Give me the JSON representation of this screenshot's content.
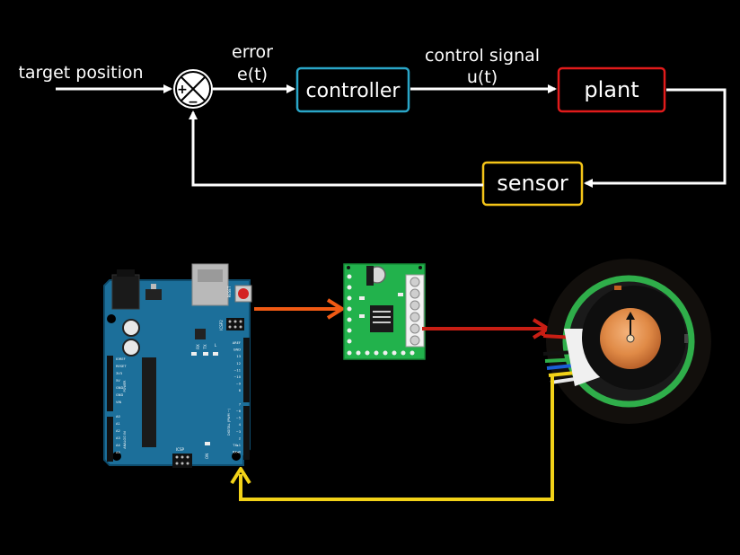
{
  "block_diagram": {
    "target_label": "target position",
    "error_label": "error",
    "error_symbol": "e(t)",
    "control_label": "control signal",
    "control_symbol": "u(t)",
    "controller": "controller",
    "plant": "plant",
    "sensor": "sensor",
    "plus": "+",
    "minus": "−"
  },
  "colors": {
    "background": "#000000",
    "controller_border": "#2aa6c8",
    "plant_border": "#e11b1b",
    "sensor_border": "#f5c518",
    "wire_control": "#f05a14",
    "wire_motor": "#c81e14",
    "wire_feedback": "#f2d218",
    "arduino_board": "#1c6f9a",
    "driver_board": "#22b24c"
  },
  "hardware": {
    "arduino_icsp2": "ICSP2",
    "arduino_reset": "RESET",
    "arduino_tx": "TX",
    "arduino_rx": "RX",
    "arduino_l": "L",
    "arduino_on": "ON",
    "arduino_icsp": "ICSP",
    "arduino_aref": "AREF",
    "arduino_gnd": "GND",
    "arduino_digital": "DIGITAL (PWM ~)",
    "arduino_analog": "ANALOG IN",
    "arduino_power": "POWER",
    "arduino_left_pins": [
      "IOREF",
      "RESET",
      "3V3",
      "5V",
      "GND",
      "GND",
      "VIN",
      "",
      "A0",
      "A1",
      "A2",
      "A3",
      "A4",
      "A5"
    ],
    "arduino_right_pins": [
      "AREF",
      "GND",
      "13",
      "12",
      "~11",
      "~10",
      "~9",
      "8",
      "",
      "7",
      "~6",
      "~5",
      "4",
      "~3",
      "2",
      "TX▸1",
      "RX◂0"
    ]
  }
}
